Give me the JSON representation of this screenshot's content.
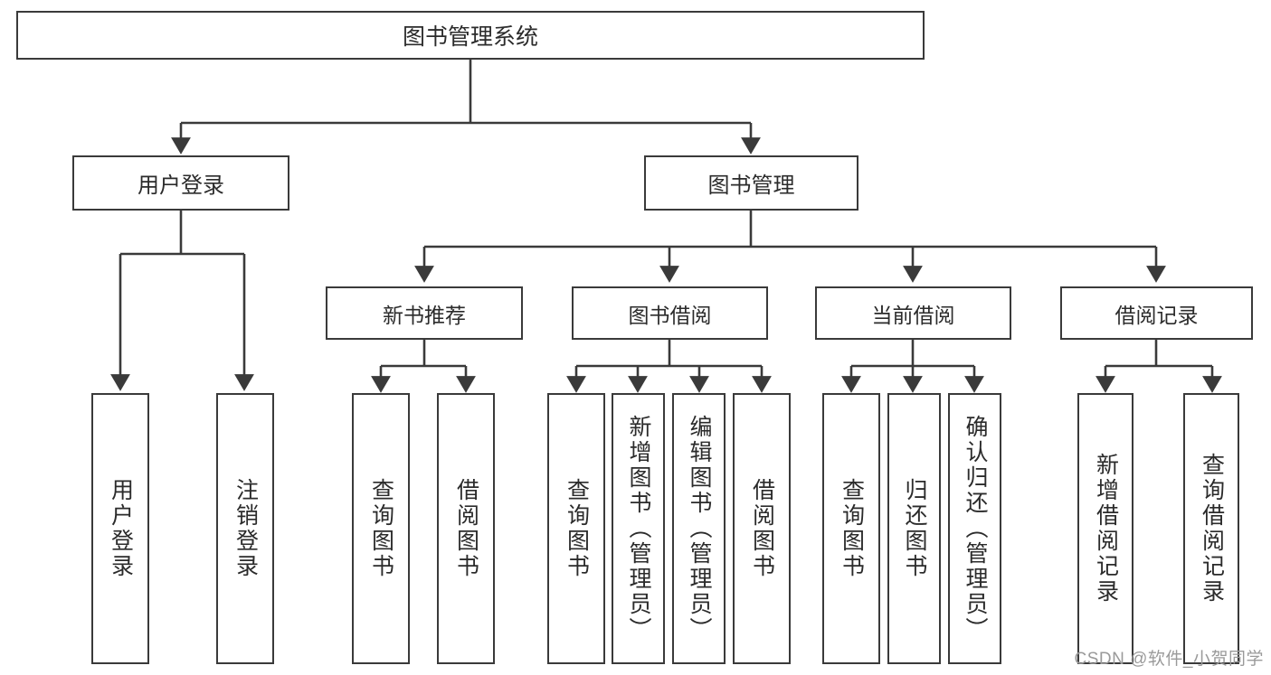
{
  "diagram": {
    "title": "图书管理系统",
    "type": "tree-hierarchy",
    "colors": {
      "box_border": "#3a3a3a",
      "box_fill": "#ffffff",
      "text": "#2b2b2b",
      "edge": "#3a3a3a",
      "watermark": "#9a9a9a",
      "background": "#ffffff"
    },
    "root": {
      "label": "图书管理系统"
    },
    "level1": [
      {
        "label": "用户登录"
      },
      {
        "label": "图书管理"
      }
    ],
    "level2": [
      {
        "label": "新书推荐"
      },
      {
        "label": "图书借阅"
      },
      {
        "label": "当前借阅"
      },
      {
        "label": "借阅记录"
      }
    ],
    "leaves": {
      "user_login": [
        {
          "label": "用户登录"
        },
        {
          "label": "注销登录"
        }
      ],
      "new_book_recommend": [
        {
          "label": "查询图书"
        },
        {
          "label": "借阅图书"
        }
      ],
      "book_borrow": [
        {
          "label": "查询图书"
        },
        {
          "label": "新增图书（管理员）"
        },
        {
          "label": "编辑图书（管理员）"
        },
        {
          "label": "借阅图书"
        }
      ],
      "current_borrow": [
        {
          "label": "查询图书"
        },
        {
          "label": "归还图书"
        },
        {
          "label": "确认归还（管理员）"
        }
      ],
      "borrow_record": [
        {
          "label": "新增借阅记录"
        },
        {
          "label": "查询借阅记录"
        }
      ]
    }
  },
  "watermark": {
    "text": "CSDN @软件_小贺同学"
  }
}
